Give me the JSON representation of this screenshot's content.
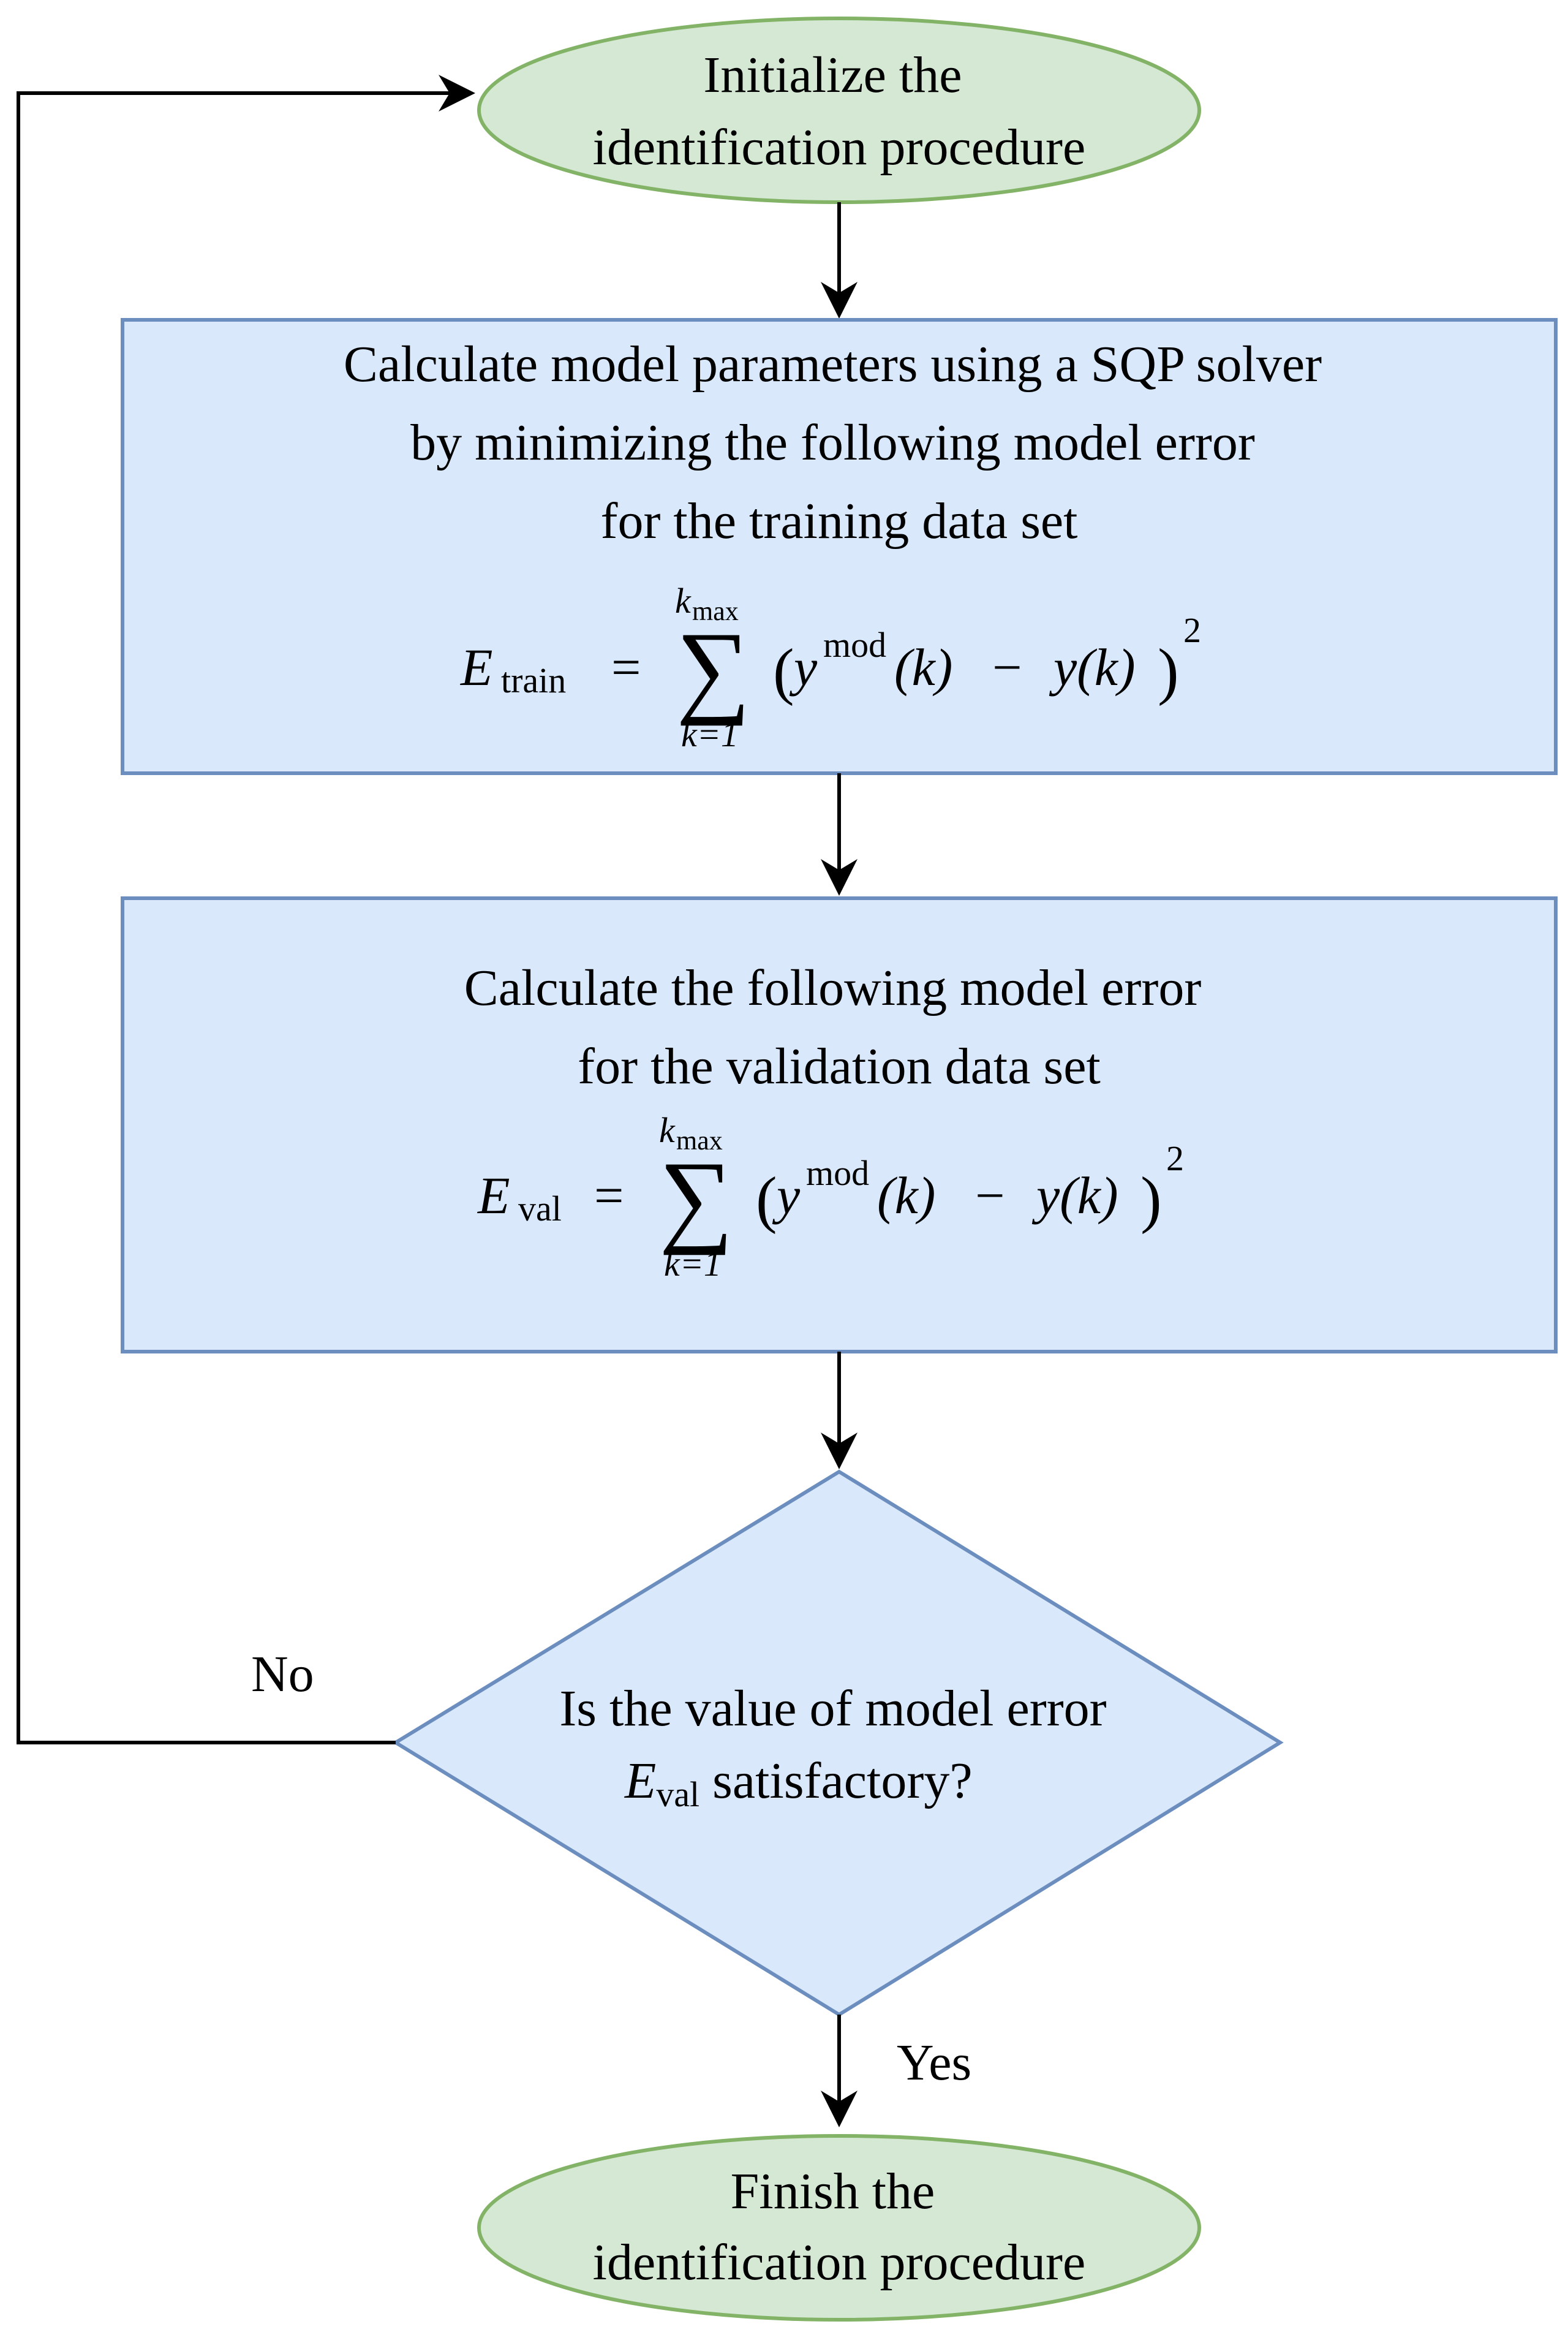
{
  "colors": {
    "terminal_fill": "#d5e8d4",
    "terminal_stroke": "#82b366",
    "process_fill": "#dae8fc",
    "process_stroke": "#6c8ebf",
    "edge": "#000000"
  },
  "start": {
    "lines": [
      "Initialize the",
      "identification procedure"
    ]
  },
  "train_step": {
    "lines": [
      "Calculate model parameters using a SQP solver",
      "by minimizing the following model error",
      "for the training data set"
    ],
    "formula": {
      "lhs": "E",
      "lhs_sub": "train",
      "equals": "=",
      "sum_upper": "k",
      "sum_upper_sub": "max",
      "sum_symbol": "∑",
      "sum_lower": "k=1",
      "open_paren": "(",
      "y": "y",
      "y_sup": "mod",
      "arg1": "(k)",
      "minus": "−",
      "y2": "y(k)",
      "close_paren": ")",
      "power": "2"
    }
  },
  "val_step": {
    "lines": [
      "Calculate the following model error",
      "for the validation data set"
    ],
    "formula": {
      "lhs": "E",
      "lhs_sub": "val",
      "equals": "=",
      "sum_upper": "k",
      "sum_upper_sub": "max",
      "sum_symbol": "∑",
      "sum_lower": "k=1",
      "open_paren": "(",
      "y": "y",
      "y_sup": "mod",
      "arg1": "(k)",
      "minus": "−",
      "y2": "y(k)",
      "close_paren": ")",
      "power": "2"
    }
  },
  "decision": {
    "line1": "Is the value of model error",
    "e": "E",
    "e_sub": "val",
    "tail": " satisfactory?"
  },
  "edges": {
    "no_label": "No",
    "yes_label": "Yes"
  },
  "end": {
    "lines": [
      "Finish the",
      "identification procedure"
    ]
  }
}
